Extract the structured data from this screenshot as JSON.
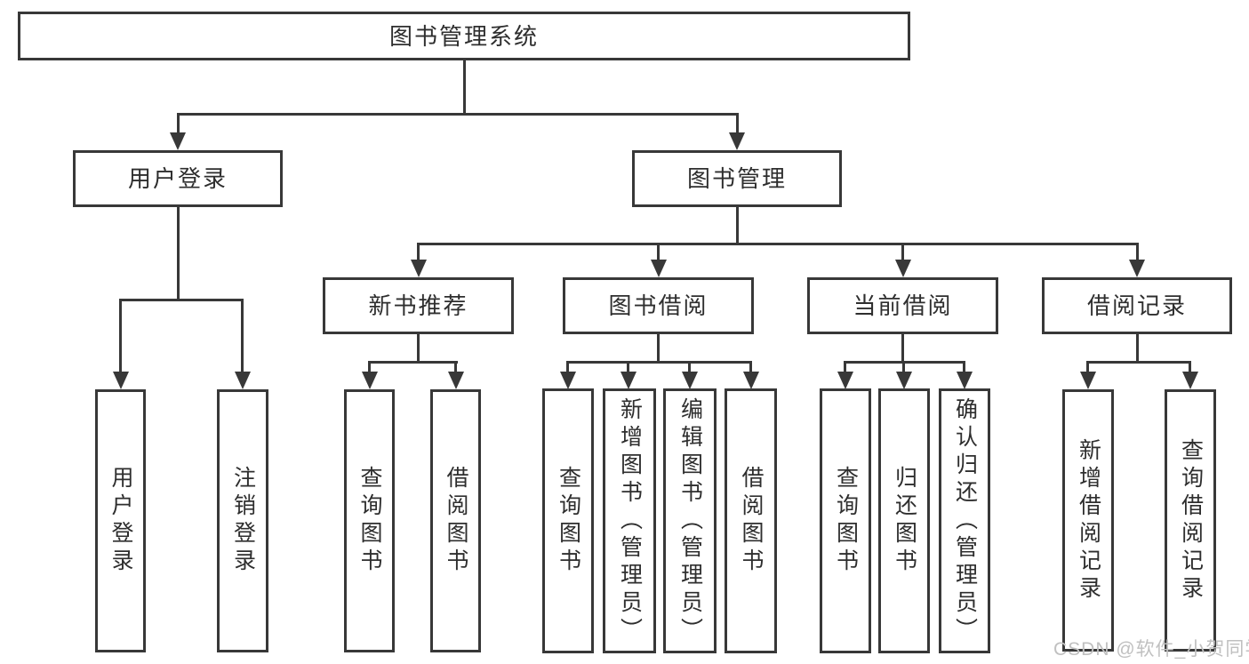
{
  "tree": {
    "root": "图书管理系统",
    "children": [
      {
        "label": "用户登录",
        "children": [
          {
            "label": "用户登录"
          },
          {
            "label": "注销登录"
          }
        ]
      },
      {
        "label": "图书管理",
        "children": [
          {
            "label": "新书推荐",
            "children": [
              {
                "label": "查询图书"
              },
              {
                "label": "借阅图书"
              }
            ]
          },
          {
            "label": "图书借阅",
            "children": [
              {
                "label": "查询图书"
              },
              {
                "label": "新增图书（管理员）"
              },
              {
                "label": "编辑图书（管理员）"
              },
              {
                "label": "借阅图书"
              }
            ]
          },
          {
            "label": "当前借阅",
            "children": [
              {
                "label": "查询图书"
              },
              {
                "label": "归还图书"
              },
              {
                "label": "确认归还（管理员）"
              }
            ]
          },
          {
            "label": "借阅记录",
            "children": [
              {
                "label": "新增借阅记录"
              },
              {
                "label": "查询借阅记录"
              }
            ]
          }
        ]
      }
    ]
  },
  "watermark": {
    "text": "CSDN @软件_小贺同学"
  },
  "colors": {
    "line": "#383838",
    "text": "#2e2e2e",
    "background": "#ffffff",
    "watermark": "#c0c0c0"
  }
}
